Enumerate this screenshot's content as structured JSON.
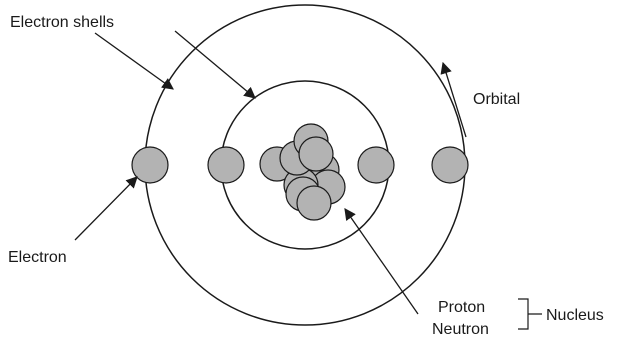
{
  "labels": {
    "electron_shells": "Electron shells",
    "orbital": "Orbital",
    "electron": "Electron",
    "proton": "Proton",
    "neutron": "Neutron",
    "nucleus": "Nucleus"
  },
  "colors": {
    "particle_fill": "#b3b3b3",
    "line": "#1a1a1a",
    "background": "#ffffff"
  }
}
